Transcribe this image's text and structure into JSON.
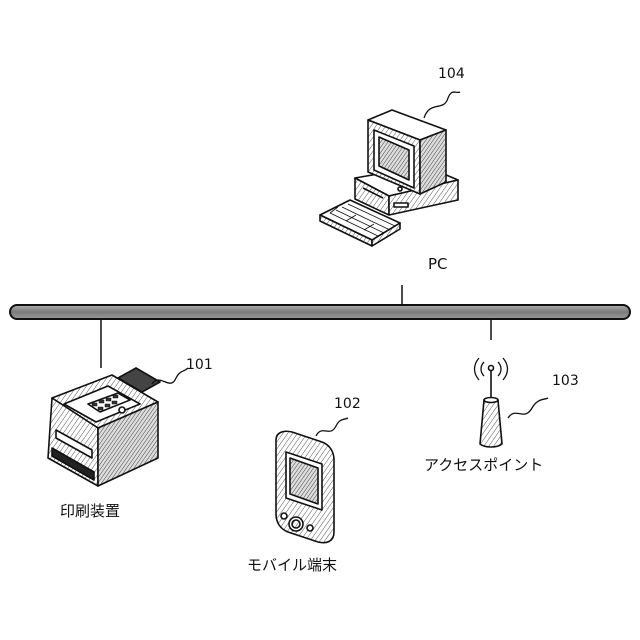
{
  "nodes": {
    "pc": {
      "label": "PC",
      "ref": "104"
    },
    "printer": {
      "label": "印刷装置",
      "ref": "101"
    },
    "mobile": {
      "label": "モバイル端末",
      "ref": "102"
    },
    "access_point": {
      "label": "アクセスポイント",
      "ref": "103"
    }
  },
  "icons": {
    "pc": "desktop-computer-icon",
    "printer": "printer-icon",
    "mobile": "mobile-terminal-icon",
    "access_point": "wireless-access-point-icon"
  },
  "colors": {
    "ink": "#111111",
    "bus": "#8c8c8c",
    "shade": "#c8c8c8",
    "paper": "#ffffff"
  }
}
